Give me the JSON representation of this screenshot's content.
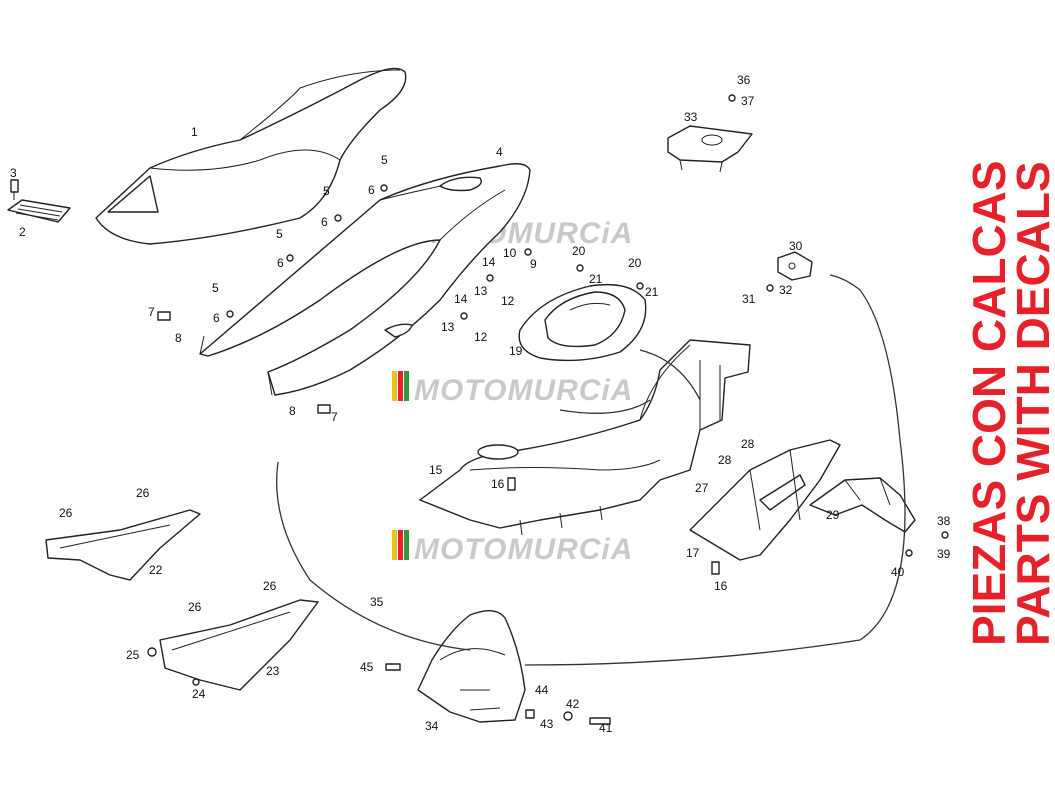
{
  "side_text": {
    "line1": "PIEZAS CON CALCAS",
    "line2": "PARTS WITH DECALS",
    "color": "#e8202a"
  },
  "watermark": {
    "text": "MOTOMURCiA",
    "stripe_colors": [
      "#f2c21b",
      "#e8202a",
      "#2e9c3a"
    ]
  },
  "callouts": [
    "1",
    "2",
    "3",
    "4",
    "5",
    "5",
    "5",
    "5",
    "6",
    "6",
    "6",
    "6",
    "7",
    "7",
    "8",
    "8",
    "9",
    "10",
    "12",
    "12",
    "13",
    "13",
    "14",
    "14",
    "15",
    "16",
    "16",
    "17",
    "19",
    "20",
    "20",
    "21",
    "21",
    "22",
    "23",
    "24",
    "25",
    "26",
    "26",
    "26",
    "26",
    "27",
    "28",
    "28",
    "29",
    "30",
    "31",
    "32",
    "33",
    "34",
    "35",
    "36",
    "37",
    "38",
    "39",
    "40",
    "41",
    "42",
    "43",
    "44",
    "45"
  ]
}
